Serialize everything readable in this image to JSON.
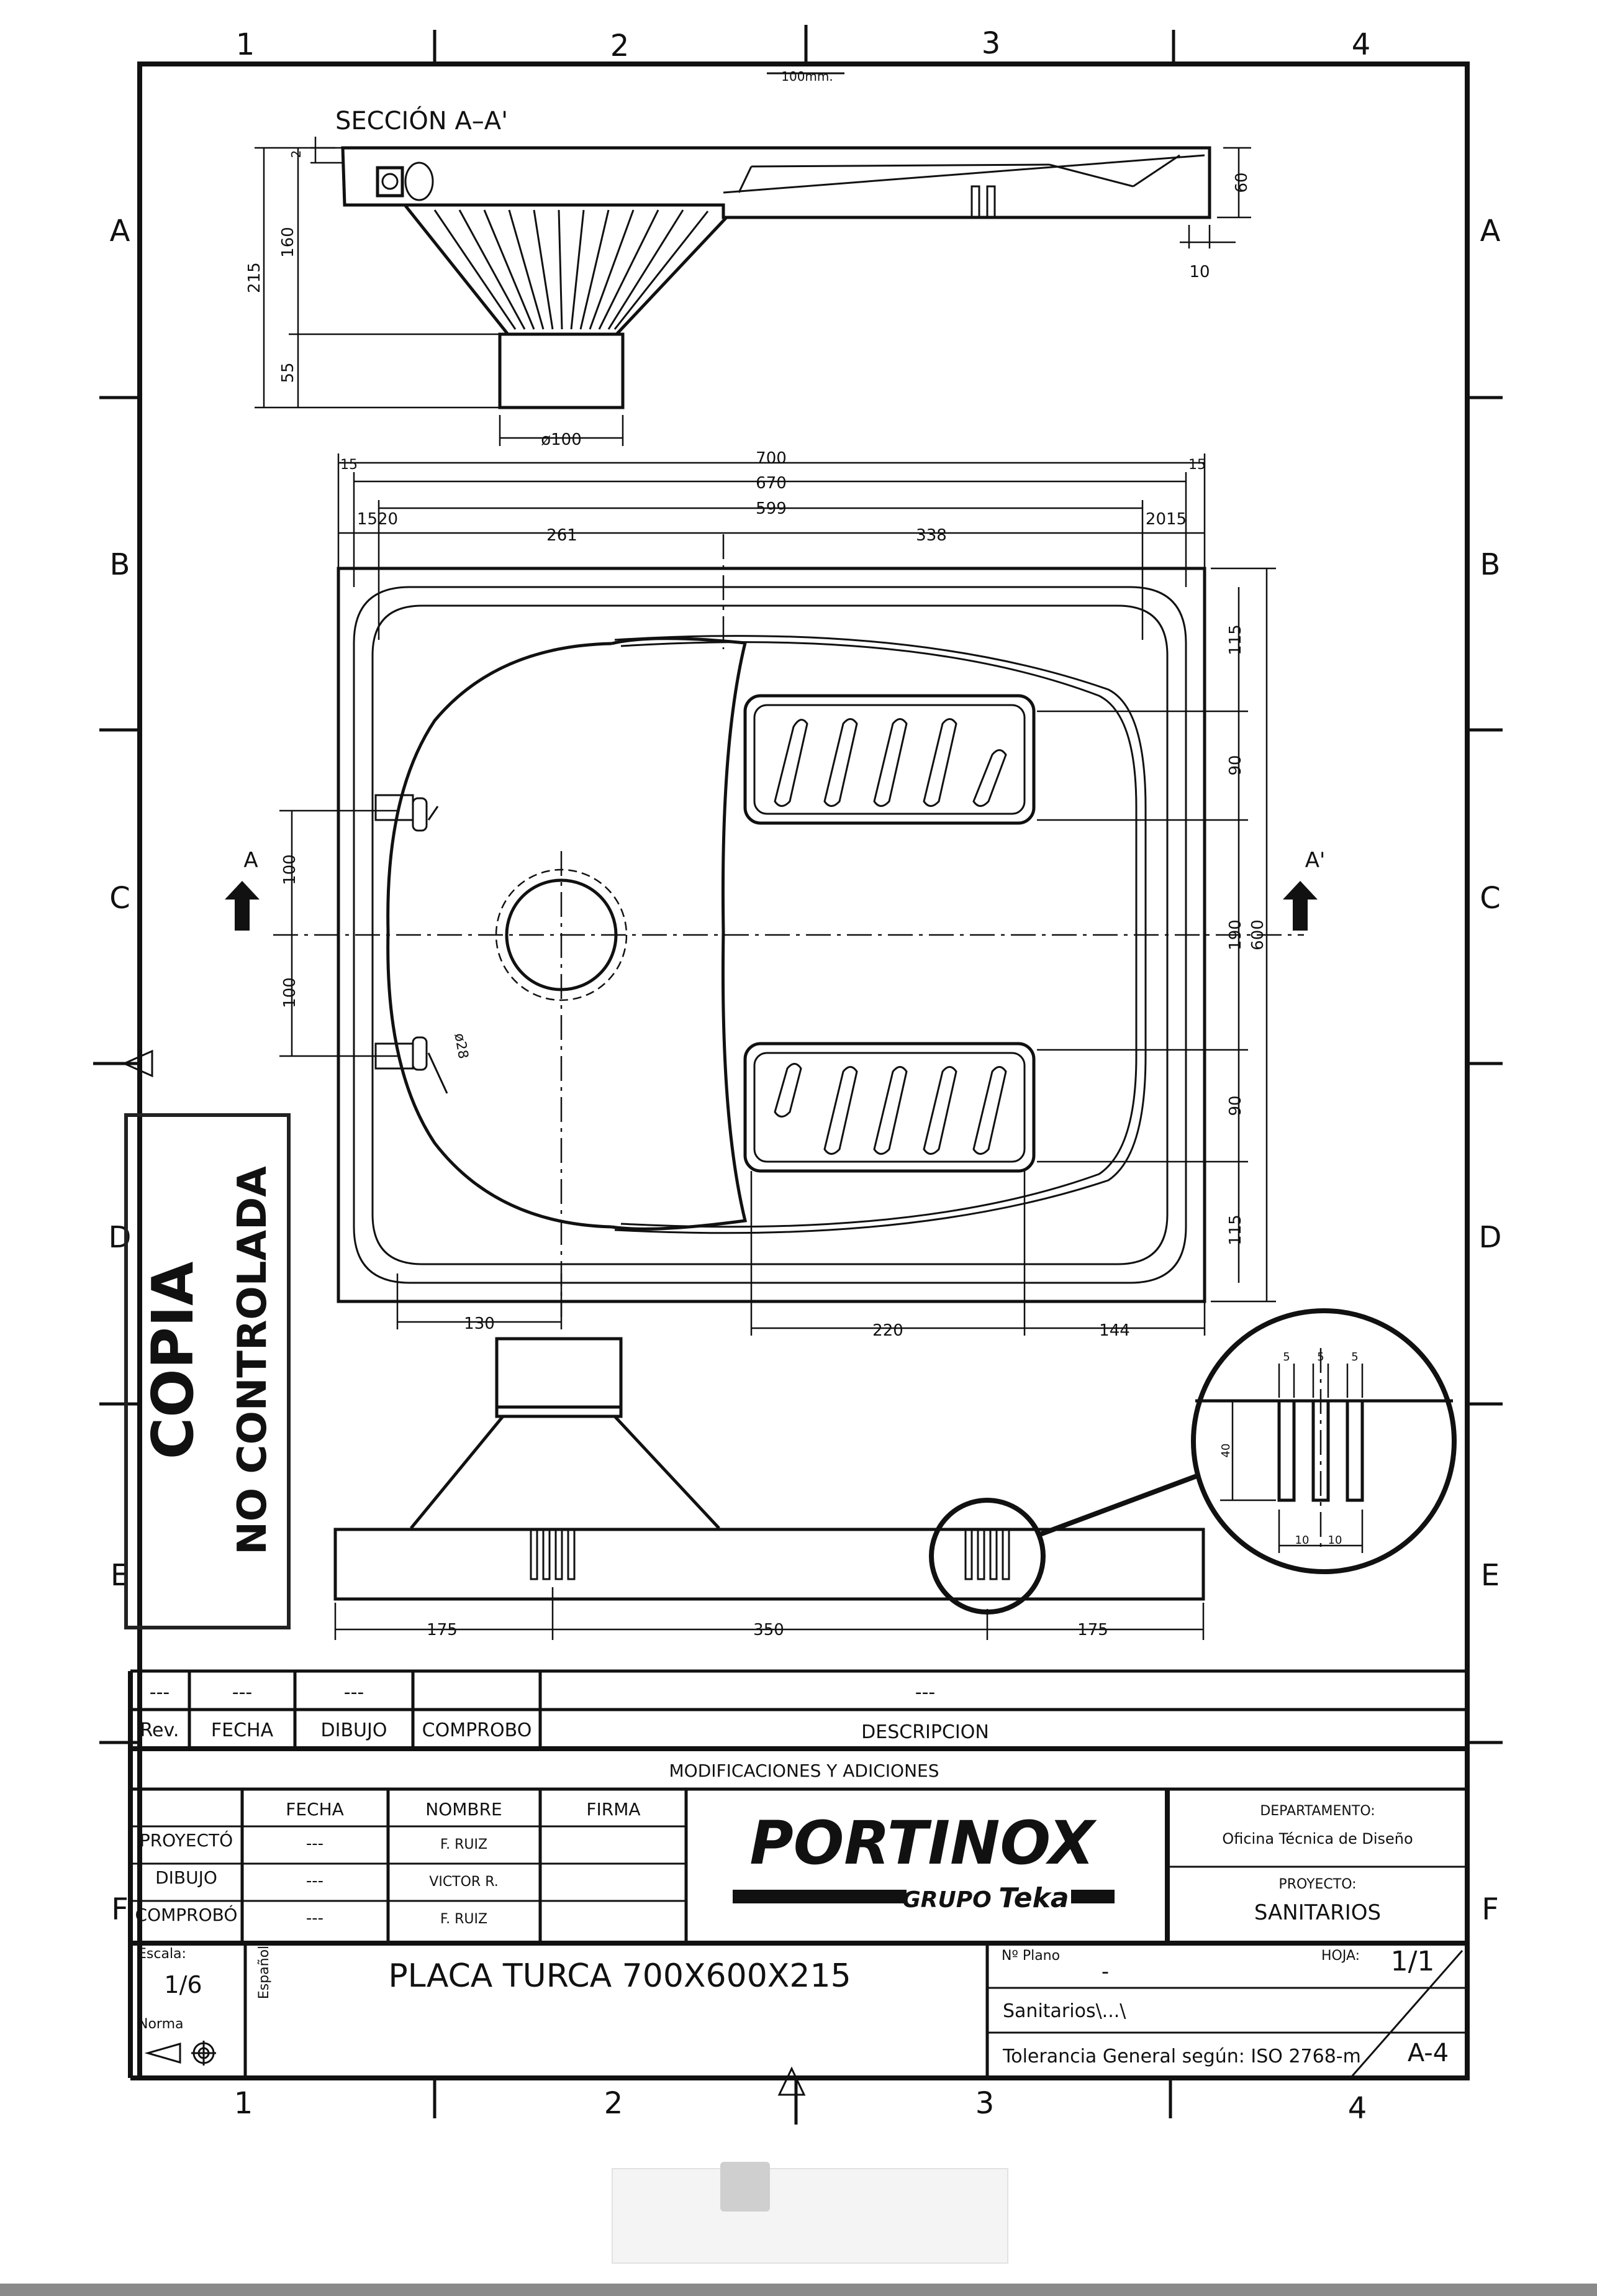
{
  "zones": {
    "columns_top": [
      "1",
      "2",
      "3",
      "4"
    ],
    "columns_bottom": [
      "1",
      "2",
      "3",
      "4"
    ],
    "rows_left": [
      "A",
      "B",
      "C",
      "D",
      "E",
      "F"
    ],
    "rows_right": [
      "A",
      "B",
      "C",
      "D",
      "E",
      "F"
    ],
    "scale_mark": "100mm."
  },
  "section": {
    "title": "SECCIÓN A–A'",
    "dims": {
      "d215": "215",
      "d160": "160",
      "d55": "55",
      "d2": "2",
      "d60": "60",
      "d10": "10",
      "d100": "ø100"
    }
  },
  "plan": {
    "top_dims": {
      "d700": "700",
      "d670": "670",
      "d599": "599",
      "d15a": "15",
      "d15b": "15",
      "d1520": "1520",
      "d2015": "2015",
      "d261": "261",
      "d338": "338"
    },
    "right_dims": {
      "d115a": "115",
      "d90a": "90",
      "d190": "190",
      "d600": "600",
      "d90b": "90",
      "d115b": "115"
    },
    "left_dims": {
      "d100a": "100",
      "d100b": "100",
      "d28": "ø28"
    },
    "bottom_dims": {
      "d130": "130",
      "d220": "220",
      "d144": "144"
    },
    "section_marks": {
      "left": "A",
      "right": "A'"
    }
  },
  "elevation": {
    "dims": {
      "d175a": "175",
      "d350": "350",
      "d175b": "175"
    },
    "detail_dims": {
      "d5a": "5",
      "d5b": "5",
      "d5c": "5",
      "d40": "40",
      "d10a": "10",
      "d10b": "10"
    }
  },
  "stamp": {
    "line1": "COPIA",
    "line2": "NO CONTROLADA"
  },
  "revisions": {
    "row": {
      "rev": "---",
      "fecha": "---",
      "dibujo": "---",
      "comprobo": "",
      "descripcion": "---"
    },
    "headers": {
      "rev": "Rev.",
      "fecha": "FECHA",
      "dibujo": "DIBUJO",
      "comprobo": "COMPROBO",
      "descripcion": "DESCRIPCION"
    },
    "caption": "MODIFICACIONES Y ADICIONES"
  },
  "title_block": {
    "col_headers": {
      "fecha": "FECHA",
      "nombre": "NOMBRE",
      "firma": "FIRMA"
    },
    "rows": [
      {
        "label": "PROYECTÓ",
        "fecha": "---",
        "nombre": "F. RUIZ"
      },
      {
        "label": "DIBUJO",
        "fecha": "---",
        "nombre": "VICTOR R."
      },
      {
        "label": "COMPROBÓ",
        "fecha": "---",
        "nombre": "F. RUIZ"
      }
    ],
    "logo": {
      "brand": "PORTINOX",
      "group": "GRUPO",
      "group_brand": "Teka"
    },
    "departamento_label": "DEPARTAMENTO:",
    "departamento": "Oficina Técnica de Diseño",
    "proyecto_label": "PROYECTO:",
    "proyecto": "SANITARIOS",
    "escala_label": "Escala:",
    "escala": "1/6",
    "norma_label": "Norma",
    "language": "Español",
    "part_title": "PLACA TURCA 700X600X215",
    "plano_label": "Nº Plano",
    "plano": "-",
    "hoja_label": "HOJA:",
    "hoja": "1/1",
    "path": "Sanitarios\\...\\",
    "tolerance": "Tolerancia General según: ISO 2768-m",
    "format": "A-4"
  }
}
